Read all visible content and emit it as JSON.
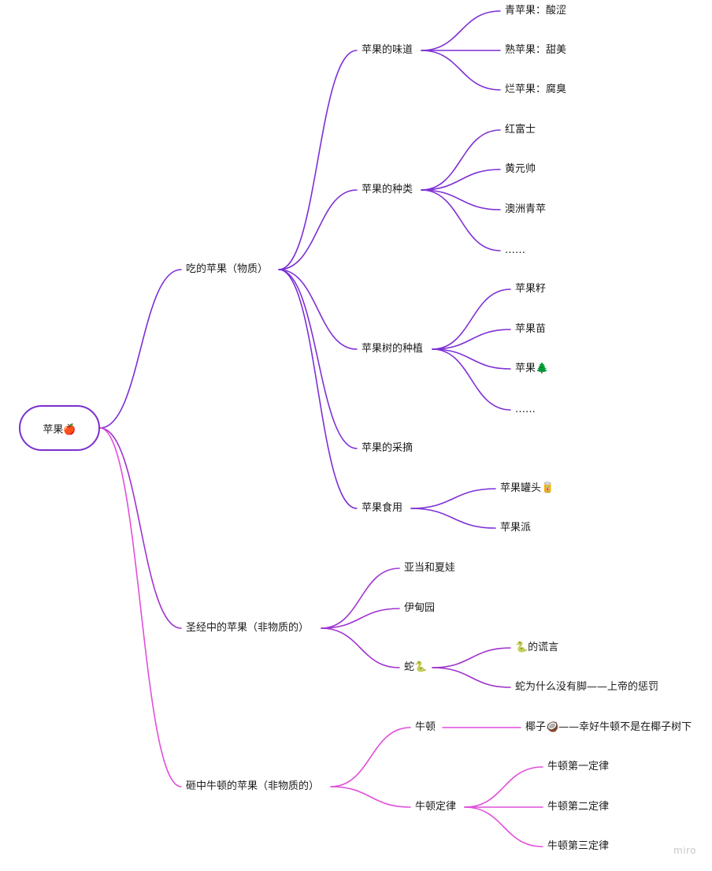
{
  "mindmap": {
    "root": "苹果🍎",
    "colors": {
      "purple_branch": "#7e2fd5",
      "violet_branch": "#a032d0",
      "pink_branch": "#e14fdc",
      "root_border": "#7b2fd0"
    },
    "branches": [
      {
        "label": "吃的苹果（物质）",
        "children": [
          {
            "label": "苹果的味道",
            "children": [
              {
                "label": "青苹果：酸涩"
              },
              {
                "label": "熟苹果：甜美"
              },
              {
                "label": "烂苹果：腐臭"
              }
            ]
          },
          {
            "label": "苹果的种类",
            "children": [
              {
                "label": "红富士"
              },
              {
                "label": "黄元帅"
              },
              {
                "label": "澳洲青苹"
              },
              {
                "label": "……"
              }
            ]
          },
          {
            "label": "苹果树的种植",
            "children": [
              {
                "label": "苹果籽"
              },
              {
                "label": "苹果苗"
              },
              {
                "label": "苹果🌲"
              },
              {
                "label": "……"
              }
            ]
          },
          {
            "label": "苹果的采摘",
            "children": []
          },
          {
            "label": "苹果食用",
            "children": [
              {
                "label": "苹果罐头🥫"
              },
              {
                "label": "苹果派"
              }
            ]
          }
        ]
      },
      {
        "label": "圣经中的苹果（非物质的）",
        "children": [
          {
            "label": "亚当和夏娃",
            "children": []
          },
          {
            "label": "伊甸园",
            "children": []
          },
          {
            "label": "蛇🐍",
            "children": [
              {
                "label": "🐍的谎言"
              },
              {
                "label": "蛇为什么没有脚——上帝的惩罚"
              }
            ]
          }
        ]
      },
      {
        "label": "砸中牛顿的苹果（非物质的）",
        "children": [
          {
            "label": "牛顿",
            "children": [
              {
                "label": "椰子🥥——幸好牛顿不是在椰子树下"
              }
            ]
          },
          {
            "label": "牛顿定律",
            "children": [
              {
                "label": "牛顿第一定律"
              },
              {
                "label": "牛顿第二定律"
              },
              {
                "label": "牛顿第三定律"
              }
            ]
          }
        ]
      }
    ]
  },
  "watermark": "miro"
}
